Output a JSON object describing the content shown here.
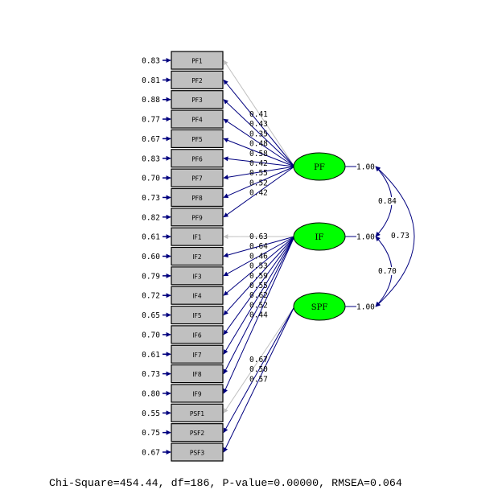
{
  "title": "Path diagram (standardized solution)",
  "colors": {
    "path": "#00007f",
    "fixed_path": "#c0c0c0",
    "indicator_fill": "#c0c0c0",
    "latent_fill": "#00ff00",
    "text": "#000000"
  },
  "indicators": [
    {
      "name": "PF1",
      "error": "0.83",
      "factor": "PF",
      "loading": "0.41",
      "fixed": true
    },
    {
      "name": "PF2",
      "error": "0.81",
      "factor": "PF",
      "loading": "0.43",
      "fixed": false
    },
    {
      "name": "PF3",
      "error": "0.88",
      "factor": "PF",
      "loading": "0.35",
      "fixed": false
    },
    {
      "name": "PF4",
      "error": "0.77",
      "factor": "PF",
      "loading": "0.48",
      "fixed": false
    },
    {
      "name": "PF5",
      "error": "0.67",
      "factor": "PF",
      "loading": "0.58",
      "fixed": false
    },
    {
      "name": "PF6",
      "error": "0.83",
      "factor": "PF",
      "loading": "0.42",
      "fixed": false
    },
    {
      "name": "PF7",
      "error": "0.70",
      "factor": "PF",
      "loading": "0.55",
      "fixed": false
    },
    {
      "name": "PF8",
      "error": "0.73",
      "factor": "PF",
      "loading": "0.52",
      "fixed": false
    },
    {
      "name": "PF9",
      "error": "0.82",
      "factor": "PF",
      "loading": "0.42",
      "fixed": false
    },
    {
      "name": "IF1",
      "error": "0.61",
      "factor": "IF",
      "loading": "0.63",
      "fixed": true
    },
    {
      "name": "IF2",
      "error": "0.60",
      "factor": "IF",
      "loading": "0.64",
      "fixed": false
    },
    {
      "name": "IF3",
      "error": "0.79",
      "factor": "IF",
      "loading": "0.46",
      "fixed": false
    },
    {
      "name": "IF4",
      "error": "0.72",
      "factor": "IF",
      "loading": "0.53",
      "fixed": false
    },
    {
      "name": "IF5",
      "error": "0.65",
      "factor": "IF",
      "loading": "0.59",
      "fixed": false
    },
    {
      "name": "IF6",
      "error": "0.70",
      "factor": "IF",
      "loading": "0.55",
      "fixed": false
    },
    {
      "name": "IF7",
      "error": "0.61",
      "factor": "IF",
      "loading": "0.62",
      "fixed": false
    },
    {
      "name": "IF8",
      "error": "0.73",
      "factor": "IF",
      "loading": "0.52",
      "fixed": false
    },
    {
      "name": "IF9",
      "error": "0.80",
      "factor": "IF",
      "loading": "0.44",
      "fixed": false
    },
    {
      "name": "PSF1",
      "error": "0.55",
      "factor": "SPF",
      "loading": "0.67",
      "fixed": true
    },
    {
      "name": "PSF2",
      "error": "0.75",
      "factor": "SPF",
      "loading": "0.50",
      "fixed": false
    },
    {
      "name": "PSF3",
      "error": "0.67",
      "factor": "SPF",
      "loading": "0.57",
      "fixed": false
    }
  ],
  "latents": [
    {
      "name": "PF",
      "variance": "1.00"
    },
    {
      "name": "IF",
      "variance": "1.00"
    },
    {
      "name": "SPF",
      "variance": "1.00"
    }
  ],
  "correlations": [
    {
      "from": "PF",
      "to": "IF",
      "value": "0.84"
    },
    {
      "from": "IF",
      "to": "SPF",
      "value": "0.70"
    },
    {
      "from": "PF",
      "to": "SPF",
      "value": "0.73"
    }
  ],
  "fit_statistics": "Chi-Square=454.44, df=186, P-value=0.00000, RMSEA=0.064"
}
